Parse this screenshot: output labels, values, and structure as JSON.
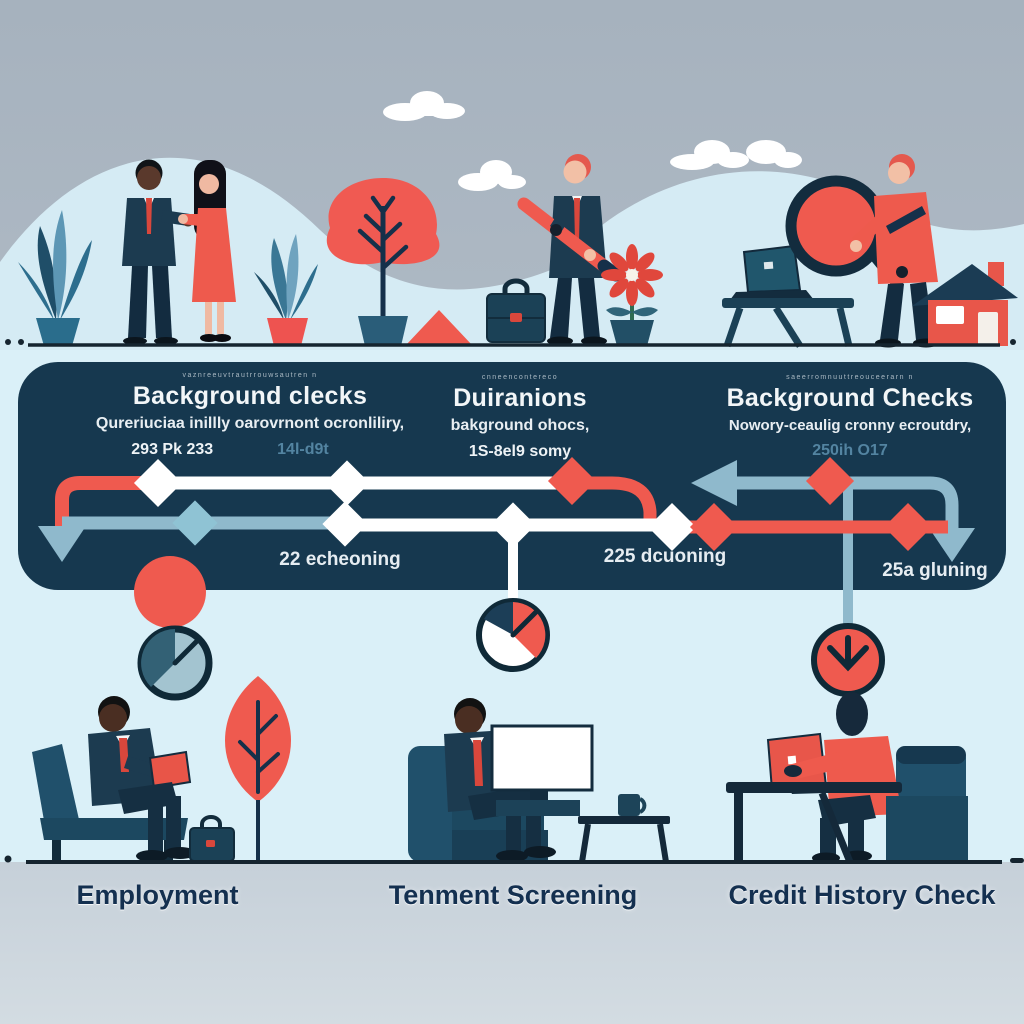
{
  "palette": {
    "sky": "#a6b2be",
    "hill": "#d5ebf4",
    "pale_background": "#daf0f8",
    "banner_background": "#16384f",
    "coral_accent": "#ef5a4f",
    "steel_blue_accent": "#8fb9cc",
    "teal_diamond": "#8fc3d4",
    "dark_line": "#15242f",
    "ground_strip": "#c6d0d9",
    "label_text": "#143050",
    "teal_text": "#5384a1"
  },
  "banner": {
    "blocks": [
      {
        "micro": "vaznreeuvtrautrrouwsautren n",
        "title": "Background clecks",
        "subtitle": "Qureriuciaa inillly oarovrnont ocronliliry,",
        "stat_primary": "293 Pk 233",
        "stat_secondary": "14l-d9t"
      },
      {
        "micro": "cnneencontereco",
        "title": "Duiranions",
        "subtitle": "bakground ohocs,",
        "stat_primary": "1S-8el9 somy",
        "stat_secondary": ""
      },
      {
        "micro": "saeerromnuuttreouceerarn n",
        "title": "Background Checks",
        "subtitle": "Nowory-ceaulig cronny ecroutdry,",
        "stat_primary": "",
        "stat_secondary": "250ih O17"
      }
    ],
    "flow_labels": [
      {
        "text": "22 echeoning"
      },
      {
        "text": "225 dcuoning"
      },
      {
        "text": "25a gluning"
      }
    ]
  },
  "sections": [
    {
      "label": "Employment"
    },
    {
      "label": "Tenment Screening"
    },
    {
      "label": "Credit History Check"
    }
  ]
}
